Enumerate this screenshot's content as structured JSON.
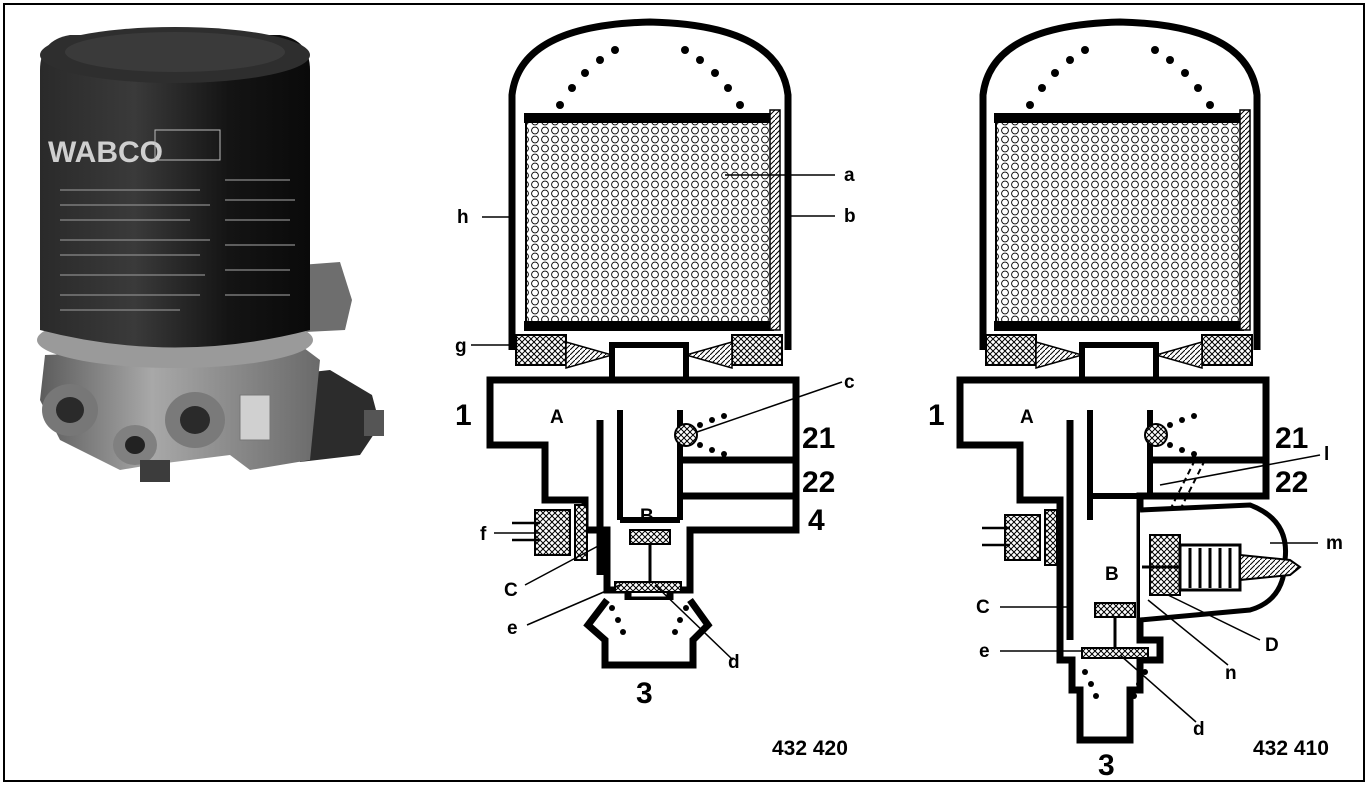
{
  "photo": {
    "brand_text": "WABCO"
  },
  "diagram_left": {
    "labels": {
      "a": "a",
      "b": "b",
      "h": "h",
      "g": "g",
      "c": "c",
      "f": "f",
      "C": "C",
      "e": "e",
      "d": "d",
      "A": "A",
      "B": "B"
    },
    "ports": {
      "p1": "1",
      "p21": "21",
      "p22": "22",
      "p4": "4",
      "p3": "3"
    },
    "part_number": "432 420"
  },
  "diagram_right": {
    "labels": {
      "l": "l",
      "m": "m",
      "C": "C",
      "e": "e",
      "d": "d",
      "D": "D",
      "n": "n",
      "A": "A",
      "B": "B"
    },
    "ports": {
      "p1": "1",
      "p21": "21",
      "p22": "22",
      "p3": "3"
    },
    "part_number": "432 410"
  },
  "colors": {
    "ink": "#000000",
    "paper": "#ffffff",
    "photo_dark": "#1b1b1b",
    "photo_metal": "#8d8d8d"
  }
}
